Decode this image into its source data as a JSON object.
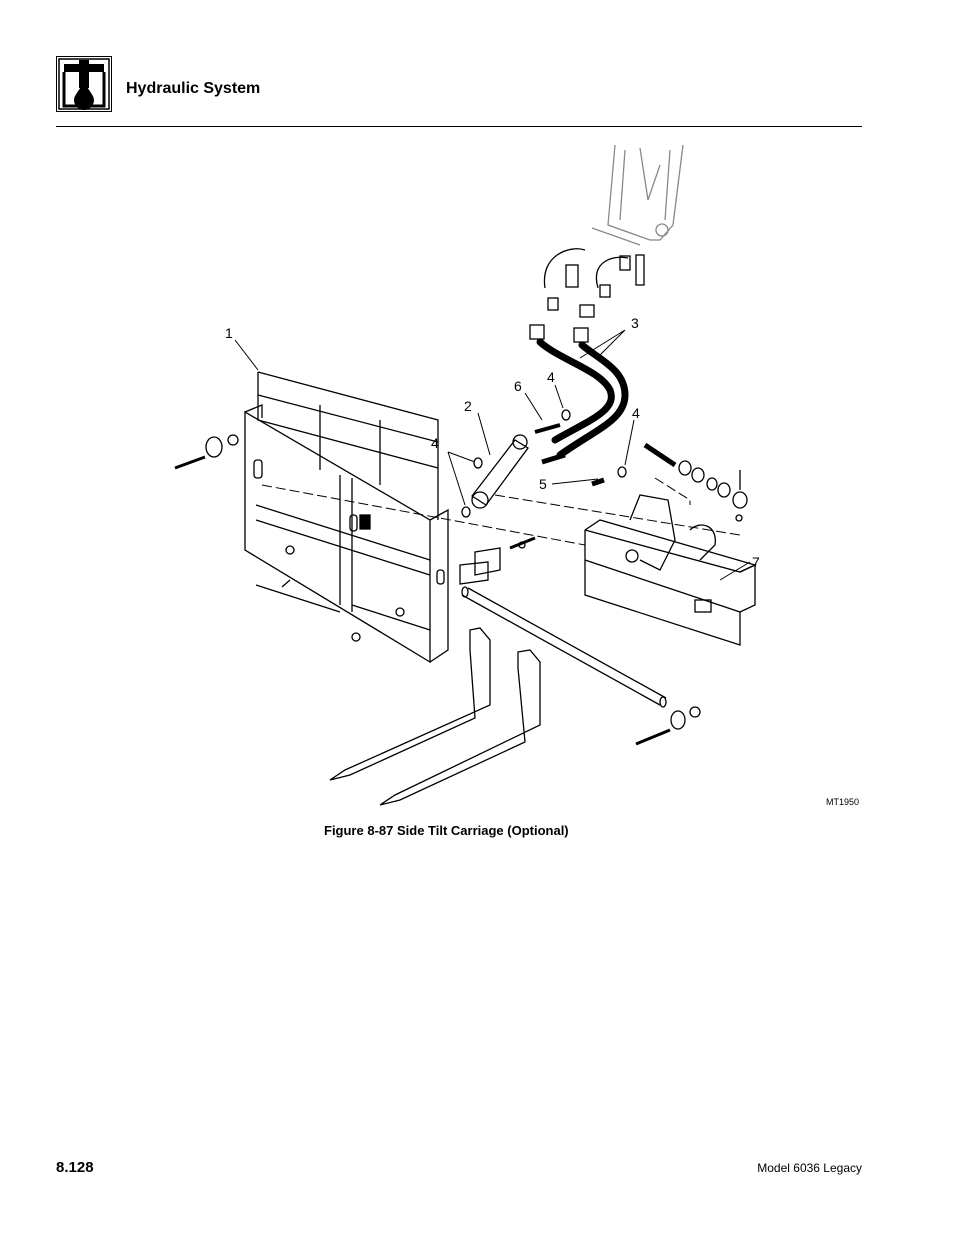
{
  "header": {
    "icon": "hydraulic-drop-icon",
    "section_title": "Hydraulic System"
  },
  "figure": {
    "code": "MT1950",
    "caption": "Figure 8-87  Side Tilt Carriage (Optional)",
    "callouts": [
      "1",
      "2",
      "3",
      "4",
      "4",
      "4",
      "5",
      "6",
      "7"
    ]
  },
  "footer": {
    "page_number": "8.128",
    "model": "Model  6036 Legacy"
  }
}
